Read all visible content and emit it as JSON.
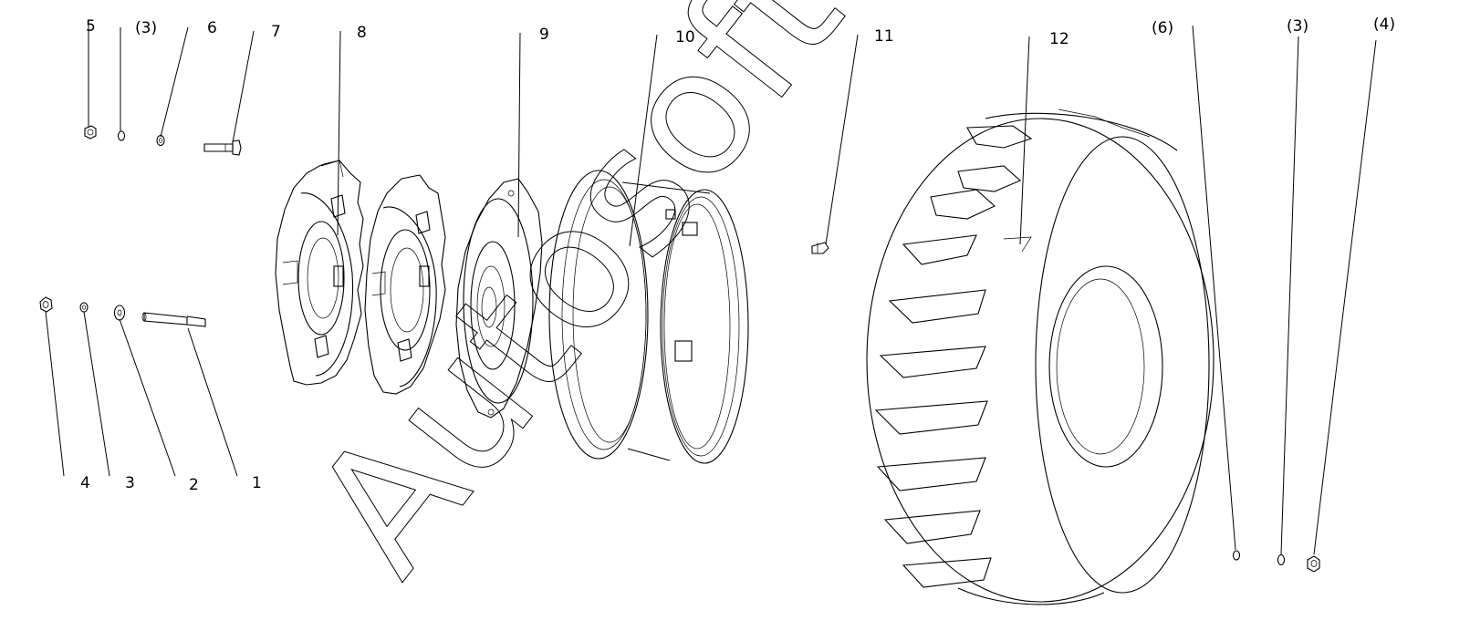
{
  "watermark": "Autosoft",
  "callouts": {
    "c1": "1",
    "c2": "2",
    "c3": "3",
    "c4": "4",
    "c5": "5",
    "c3a": "(3)",
    "c6": "6",
    "c7": "7",
    "c8": "8",
    "c9": "9",
    "c10": "10",
    "c11": "11",
    "c12": "12",
    "c6b": "(6)",
    "c3b": "(3)",
    "c4b": "(4)"
  }
}
